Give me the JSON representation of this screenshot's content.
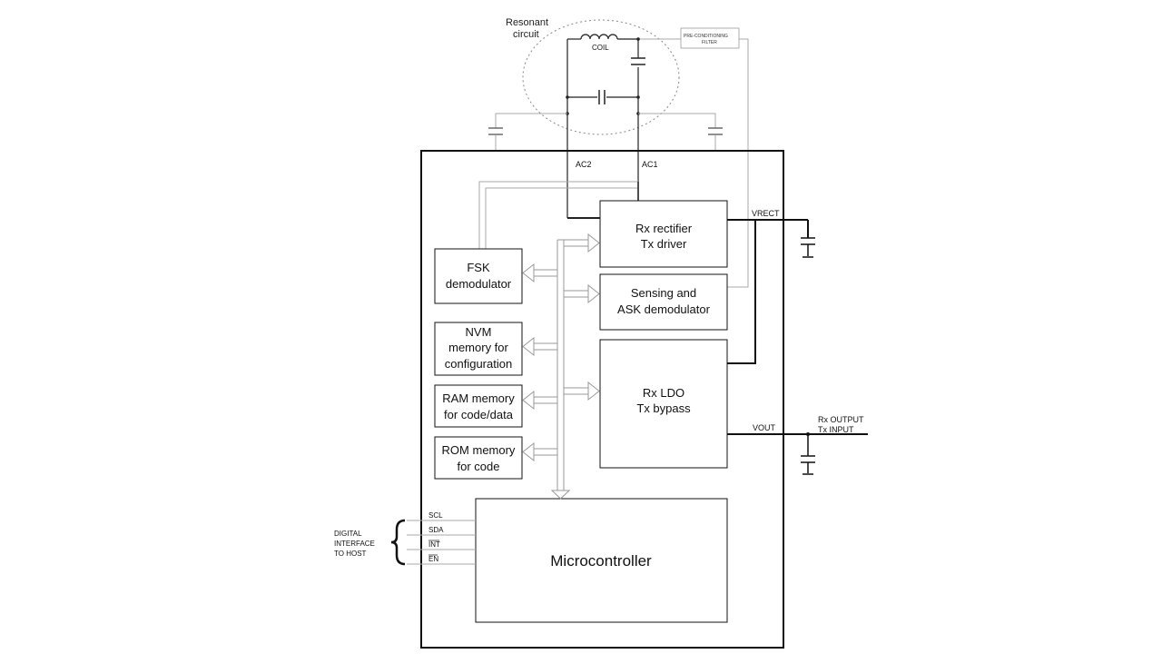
{
  "resonant": {
    "line1": "Resonant",
    "line2": "circuit"
  },
  "coil_label": "COIL",
  "filter": {
    "line1": "PRE-CONDITIONING",
    "line2": "FILTER"
  },
  "pins": {
    "ac2": "AC2",
    "ac1": "AC1",
    "vrect": "VRECT",
    "vout": "VOUT"
  },
  "output": {
    "line1": "Rx OUTPUT",
    "line2": "Tx INPUT"
  },
  "blocks": {
    "rectifier": {
      "line1": "Rx rectifier",
      "line2": "Tx driver"
    },
    "sensing": {
      "line1": "Sensing and",
      "line2": "ASK demodulator"
    },
    "ldo": {
      "line1": "Rx LDO",
      "line2": "Tx bypass"
    },
    "fsk": {
      "line1": "FSK",
      "line2": "demodulator"
    },
    "nvm": {
      "line1": "NVM",
      "line2": "memory for",
      "line3": "configuration"
    },
    "ram": {
      "line1": "RAM memory",
      "line2": "for code/data"
    },
    "rom": {
      "line1": "ROM memory",
      "line2": "for code"
    },
    "micro": {
      "label": "Microcontroller"
    }
  },
  "interface": {
    "line1": "DIGITAL",
    "line2": "INTERFACE",
    "line3": "TO HOST",
    "signals": [
      "SCL",
      "SDA",
      "INT",
      "EN"
    ]
  }
}
